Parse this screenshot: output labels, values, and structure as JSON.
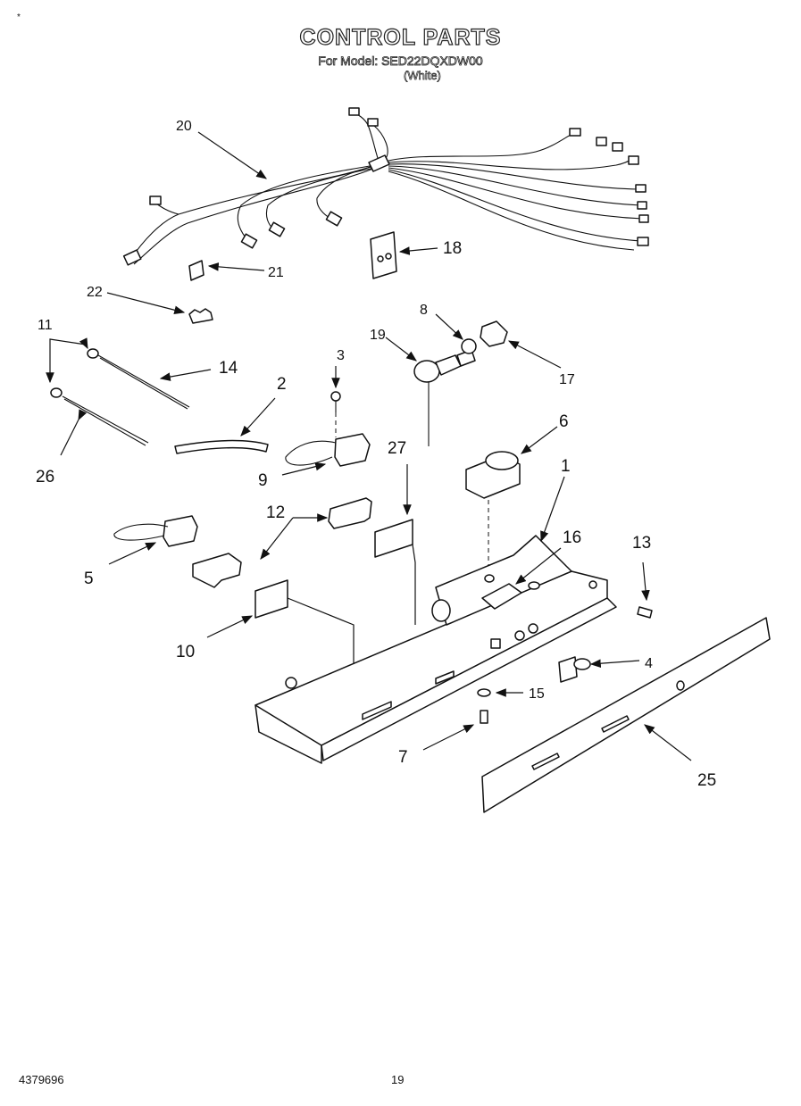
{
  "header": {
    "title": "CONTROL PARTS",
    "model": "For Model: SED22DQXDW00",
    "variant": "(White)",
    "corner_mark": "*"
  },
  "footer": {
    "doc_number": "4379696",
    "page_number": "19"
  },
  "callouts": {
    "c1": "1",
    "c2": "2",
    "c3": "3",
    "c4": "4",
    "c5": "5",
    "c6": "6",
    "c7": "7",
    "c8": "8",
    "c9": "9",
    "c10": "10",
    "c11": "11",
    "c12": "12",
    "c13": "13",
    "c14": "14",
    "c15": "15",
    "c16": "16",
    "c17": "17",
    "c18": "18",
    "c19": "19",
    "c20": "20",
    "c21": "21",
    "c22": "22",
    "c25": "25",
    "c26": "26",
    "c27": "27"
  }
}
